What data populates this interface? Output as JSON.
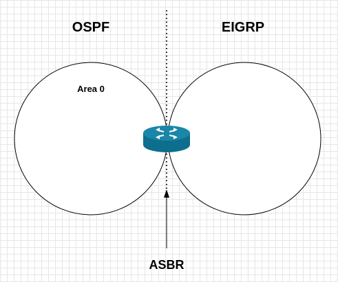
{
  "domains": [
    {
      "label": "OSPF",
      "area_label": "Area 0"
    },
    {
      "label": "EIGRP",
      "area_label": ""
    }
  ],
  "router": {
    "icon": "router-icon",
    "color": "#0e6e8e"
  },
  "boundary": {
    "style": "dotted"
  },
  "asbr": {
    "label": "ASBR"
  }
}
